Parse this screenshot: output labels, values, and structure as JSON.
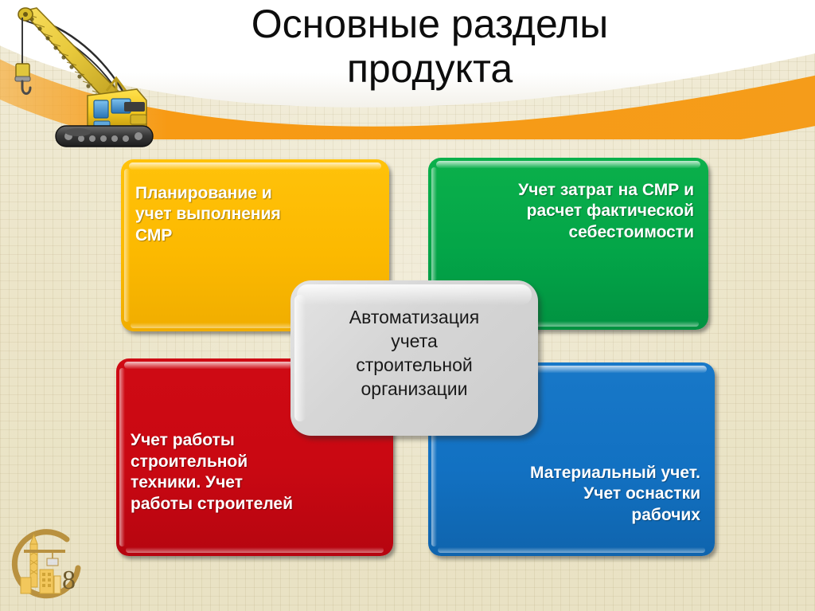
{
  "slide": {
    "title": "Основные разделы\nпродукта",
    "background_color": "#ece6cd",
    "header_white_color": "#ffffff",
    "header_swoosh_color": "#f59c1a"
  },
  "center_node": {
    "text": "Автоматизация\nучета\nстроительной\nорганизации",
    "fill_color": "#d6d6d6",
    "text_color": "#1a1a1a"
  },
  "quadrants": [
    {
      "id": "yellow",
      "text": "Планирование и\nучет выполнения\nСМР",
      "fill_color": "#fcb900",
      "text_color": "#ffffff",
      "align": "left"
    },
    {
      "id": "green",
      "text": "Учет затрат на СМР и\nрасчет фактической\nсебестоимости",
      "fill_color": "#03a548",
      "text_color": "#ffffff",
      "align": "right"
    },
    {
      "id": "red",
      "text": "Учет работы\nстроительной\nтехники. Учет\nработы строителей",
      "fill_color": "#c90812",
      "text_color": "#ffffff",
      "align": "left"
    },
    {
      "id": "blue",
      "text": "Материальный учет.\nУчет оснастки\nрабочих",
      "fill_color": "#1271c2",
      "text_color": "#ffffff",
      "align": "right"
    }
  ],
  "decorations": {
    "crane_illustration": "crawler-crane-icon",
    "logo": {
      "name": "construction-company-logo",
      "numeral": "8",
      "ring_color": "#b9913f",
      "building_color": "#f2c75c"
    }
  }
}
